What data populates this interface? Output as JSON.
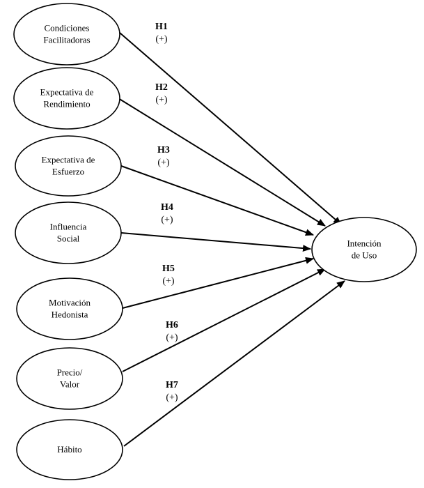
{
  "nodes": [
    {
      "id": "cf",
      "lines": [
        "Condiciones",
        "Facilitadoras"
      ]
    },
    {
      "id": "er",
      "lines": [
        "Expectativa  de",
        "Rendimiento"
      ]
    },
    {
      "id": "ee",
      "lines": [
        "Expectativa de",
        "Esfuerzo"
      ]
    },
    {
      "id": "is",
      "lines": [
        "Influencia",
        "Social"
      ]
    },
    {
      "id": "mh",
      "lines": [
        "Motivación",
        "Hedonista"
      ]
    },
    {
      "id": "pv",
      "lines": [
        "Precio/",
        "Valor"
      ]
    },
    {
      "id": "ha",
      "lines": [
        "Hábito"
      ]
    },
    {
      "id": "iu",
      "lines": [
        "Intención",
        "de Uso"
      ]
    }
  ],
  "hypotheses": [
    {
      "id": "H1",
      "sign": "(+)",
      "from": "cf",
      "to": "iu"
    },
    {
      "id": "H2",
      "sign": "(+)",
      "from": "er",
      "to": "iu"
    },
    {
      "id": "H3",
      "sign": "(+)",
      "from": "ee",
      "to": "iu"
    },
    {
      "id": "H4",
      "sign": "(+)",
      "from": "is",
      "to": "iu"
    },
    {
      "id": "H5",
      "sign": "(+)",
      "from": "mh",
      "to": "iu"
    },
    {
      "id": "H6",
      "sign": "(+)",
      "from": "pv",
      "to": "iu"
    },
    {
      "id": "H7",
      "sign": "(+)",
      "from": "ha",
      "to": "iu"
    }
  ]
}
